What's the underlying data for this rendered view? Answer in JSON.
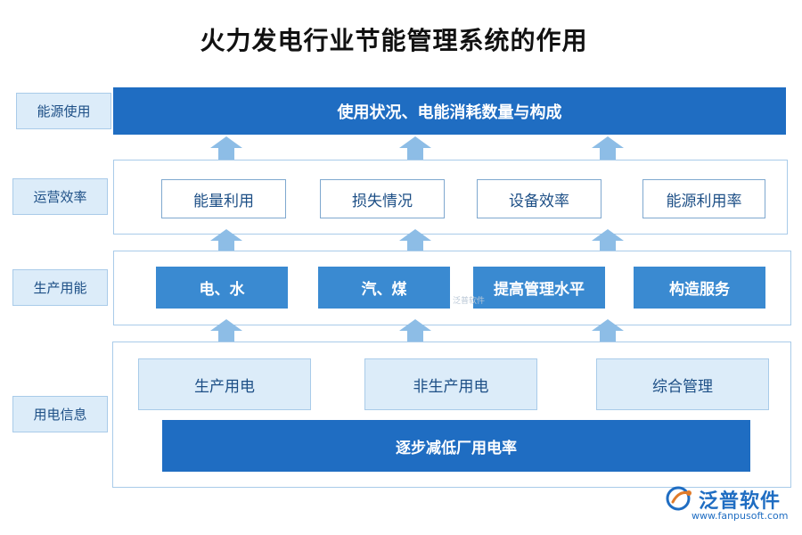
{
  "title": "火力发电行业节能管理系统的作用",
  "rows": {
    "energy_use": {
      "label": "能源使用",
      "bar": "使用状况、电能消耗数量与构成"
    },
    "operation_efficiency": {
      "label": "运营效率",
      "items": [
        "能量利用",
        "损失情况",
        "设备效率",
        "能源利用率"
      ]
    },
    "production_energy": {
      "label": "生产用能",
      "items": [
        "电、水",
        "汽、煤",
        "提高管理水平",
        "构造服务"
      ]
    },
    "electricity_info": {
      "label": "用电信息",
      "items": [
        "生产用电",
        "非生产用电",
        "综合管理"
      ],
      "bar": "逐步减低厂用电率"
    }
  },
  "watermark": "泛普软件",
  "brand": {
    "name": "泛普软件",
    "url": "www.fanpusoft.com",
    "logo_icon": "fanpu-logo-icon"
  },
  "colors": {
    "dark_blue": "#1f6dc2",
    "mid_blue": "#3a8ad1",
    "light_blue": "#dcecf9",
    "arrow_blue": "#8dbde6"
  }
}
